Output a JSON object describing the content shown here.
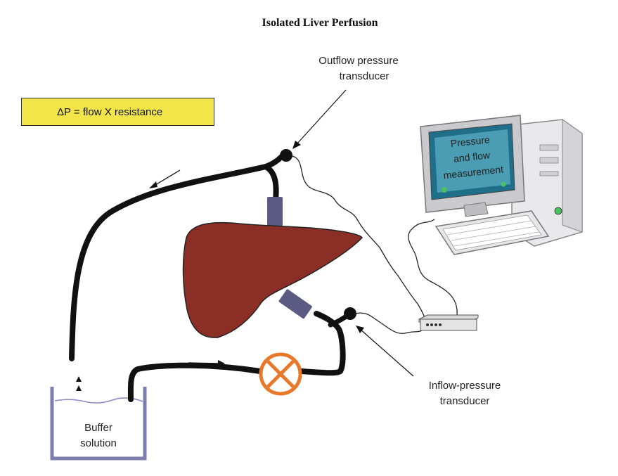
{
  "title": "Isolated Liver Perfusion",
  "equation": "ΔP = flow X resistance",
  "labels": {
    "outflow_line1": "Outflow pressure",
    "outflow_line2": "transducer",
    "inflow_line1": "Inflow-pressure",
    "inflow_line2": "transducer",
    "buffer_line1": "Buffer",
    "buffer_line2": "solution",
    "monitor_line1": "Pressure",
    "monitor_line2": "and flow",
    "monitor_line3": "measurement"
  },
  "colors": {
    "tubing": "#111111",
    "liver": "#8b2e26",
    "cannula": "#5a5a82",
    "pump": "#e8782a",
    "equation_box": "#f2e54a",
    "container": "#7d7db0",
    "screen": "#1f6f8a"
  },
  "icons": [
    "computer-icon",
    "pump-icon",
    "transducer-icon",
    "data-acquisition-box-icon"
  ]
}
